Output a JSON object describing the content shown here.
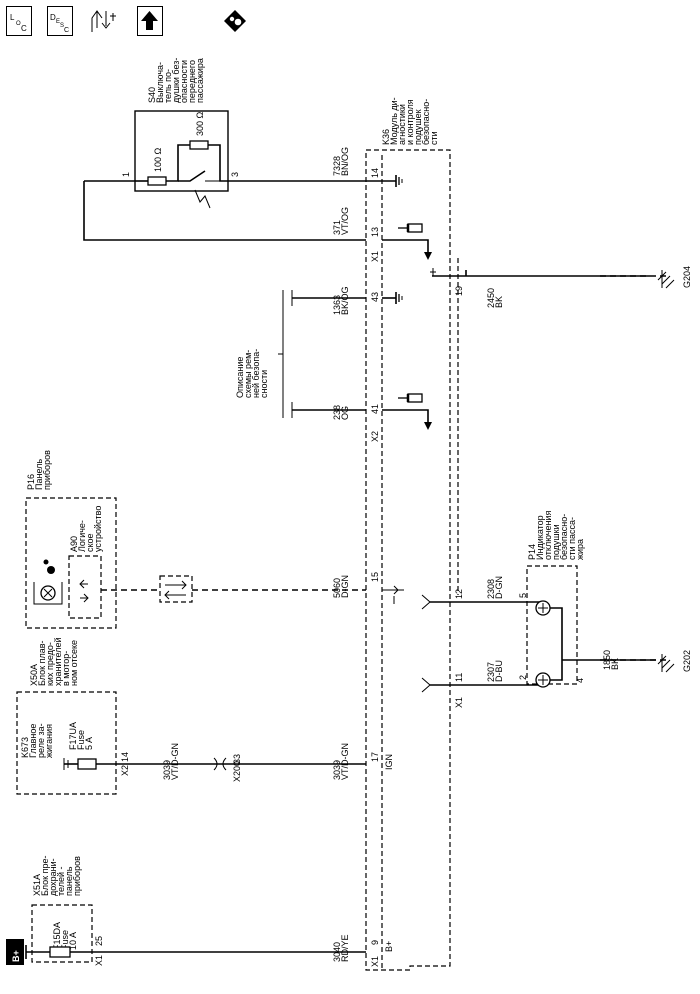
{
  "toolbar": {
    "loc_label": "LOC",
    "desc_label": "DESC",
    "icons": [
      "loc-icon",
      "desc-icon",
      "connector-flow-icon",
      "up-arrow-icon",
      "airbag-warning-icon"
    ]
  },
  "components": {
    "s40": {
      "ref": "S40",
      "name": "Выключатель подушки безопасности переднего пассажира",
      "lines": [
        "S40",
        "Выключа-",
        "тель по-",
        "душки без-",
        "опасности",
        "переднего",
        "пассажира"
      ],
      "r1": "100 Ω",
      "r2": "300 Ω",
      "pin_left": "1",
      "pin_right": "3"
    },
    "k36": {
      "ref": "K36",
      "lines": [
        "K36",
        "Модуль ди-",
        "агностики",
        "и контроля",
        "подушек",
        "безопасно-",
        "сти"
      ],
      "b_plus": "B+",
      "ign": "IGN"
    },
    "desc_belt": {
      "lines": [
        "Описание",
        "схемы рем-",
        "ней безопа-",
        "сности"
      ]
    },
    "p16": {
      "lines": [
        "P16",
        "Панель",
        "приборов"
      ],
      "a90_lines": [
        "A90",
        "Логиче-",
        "ское",
        "устройство"
      ]
    },
    "x50a": {
      "lines": [
        "X50A",
        "Блок плав-",
        "ких предо-",
        "хранителей",
        "в мотор-",
        "ном отсеке"
      ],
      "k673": [
        "K673",
        "Главное",
        "реле за-",
        "жигания"
      ],
      "fuse": [
        "F17UA",
        "Fuse",
        "5 A"
      ],
      "pin": "14",
      "conn": "X2"
    },
    "x51a": {
      "lines": [
        "X51A",
        "Блок пре-",
        "дохрани-",
        "телей -",
        "панель",
        "приборов"
      ],
      "fuse": [
        "F15DA",
        "Fuse",
        "10 A"
      ],
      "pin": "25",
      "conn": "X1"
    },
    "p14": {
      "lines": [
        "P14",
        "Индикатор",
        "отключения",
        "подушки",
        "безопасно-",
        "сти пасса-",
        "жира"
      ],
      "ind_left": "2",
      "ind_right": "2",
      "pin_left": "2",
      "pin_right": "5",
      "pin_bottom": "4"
    },
    "power": {
      "label": "B+"
    },
    "x200": {
      "label": "X200",
      "pin": "33"
    }
  },
  "wires": {
    "w7328": {
      "num": "7328",
      "color": "BN/OG",
      "pin": "14"
    },
    "w371": {
      "num": "371",
      "color": "VT/OG",
      "pin": "13",
      "conn": "X1"
    },
    "w2450": {
      "num": "2450",
      "color": "BK",
      "pin": "19"
    },
    "w1363": {
      "num": "1363",
      "color": "BK/OG",
      "pin": "43"
    },
    "w238": {
      "num": "238",
      "color": "OG",
      "pin": "41",
      "conn": "X2"
    },
    "w5060": {
      "num": "5060",
      "color": "D-GN",
      "pin": "15"
    },
    "w2308": {
      "num": "2308",
      "color": "D-GN",
      "pin": "12"
    },
    "w2307": {
      "num": "2307",
      "color": "D-BU",
      "pin": "11",
      "conn": "X1"
    },
    "w1850": {
      "num": "1850",
      "color": "BK"
    },
    "w3039a": {
      "num": "3039",
      "color": "VT/D-GN"
    },
    "w3039b": {
      "num": "3039",
      "color": "VT/D-GN",
      "pin": "17"
    },
    "w3040": {
      "num": "3040",
      "color": "RD/YE",
      "pin": "9",
      "conn": "X1"
    }
  },
  "grounds": {
    "g204": "G204",
    "g202": "G202"
  }
}
